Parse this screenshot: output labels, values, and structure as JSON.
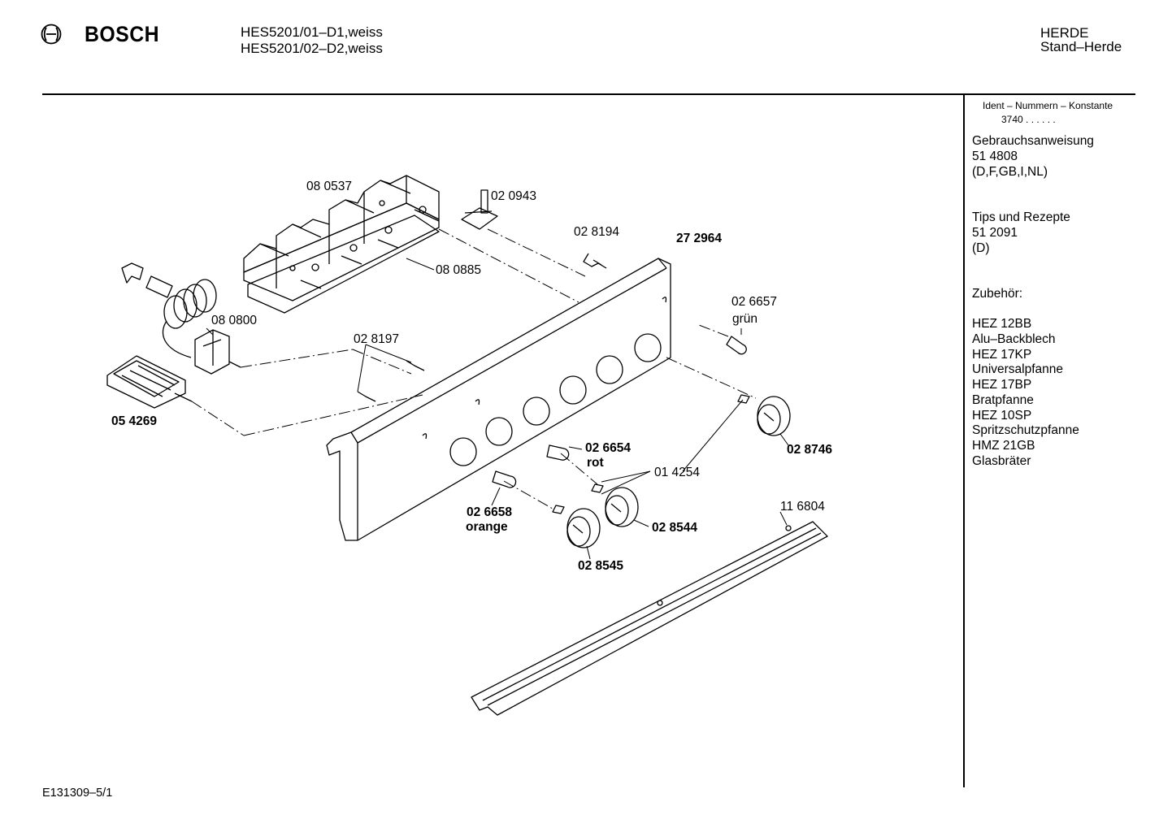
{
  "header": {
    "brand": "BOSCH",
    "models": [
      "HES5201/01–D1,weiss",
      "HES5201/02–D2,weiss"
    ],
    "category": [
      "HERDE",
      "Stand–Herde"
    ]
  },
  "sidebar": {
    "ident_label": "Ident – Nummern – Konstante",
    "ident_value": "3740 . .   . . . .",
    "manual_title": "Gebrauchsanweisung",
    "manual_number": "51 4808",
    "manual_langs": "(D,F,GB,I,NL)",
    "tips_title": "Tips und Rezepte",
    "tips_number": "51 2091",
    "tips_langs": "(D)",
    "accessories_title": "Zubehör:",
    "accessories": [
      "HEZ 12BB",
      "Alu–Backblech",
      "HEZ 17KP",
      "Universalpfanne",
      "HEZ 17BP",
      "Bratpfanne",
      "HEZ 10SP",
      "Spritzschutzpfanne",
      "HMZ 21GB",
      "Glasbräter"
    ]
  },
  "parts": {
    "p080537": "08 0537",
    "p020943": "02 0943",
    "p028194": "02 8194",
    "p272964": "27 2964",
    "p080885": "08 0885",
    "p080800": "08 0800",
    "p028197": "02 8197",
    "p026657": "02 6657",
    "p026657c": "grün",
    "p054269": "05 4269",
    "p026654": "02 6654",
    "p026654c": "rot",
    "p014254": "01 4254",
    "p028746": "02 8746",
    "p026658": "02 6658",
    "p026658c": "orange",
    "p028544": "02 8544",
    "p116804": "11 6804",
    "p028545": "02 8545"
  },
  "footer": {
    "drawing_id": "E131309–5/1"
  }
}
